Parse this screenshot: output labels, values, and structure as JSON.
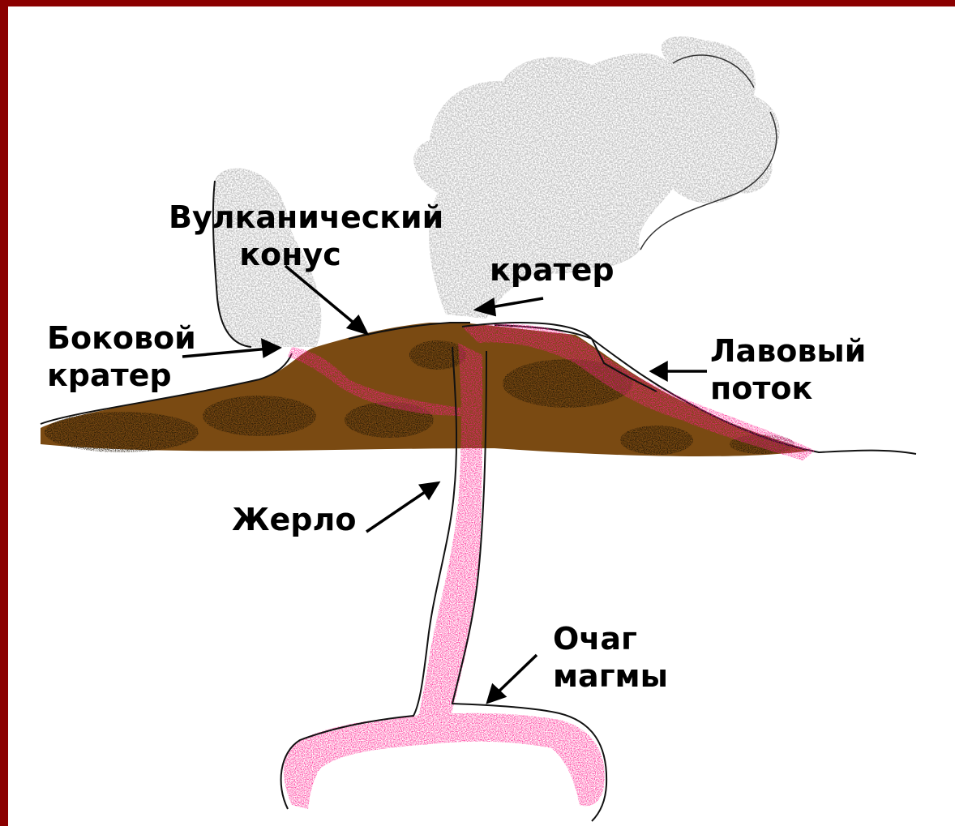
{
  "labels": {
    "cone": "Вулканический конус",
    "crater": "кратер",
    "side_crater": "Боковой кратер",
    "lava_flow": "Лавовый поток",
    "vent": "Жерло",
    "magma_chamber": "Очаг магмы"
  },
  "colors": {
    "frame": "#8b0000",
    "background": "#ffffff",
    "ash": "#c4c4c4",
    "cone": "#7a4a12",
    "rock": "#1a1208",
    "magma": "#ff1a8c",
    "ink": "#000000"
  }
}
